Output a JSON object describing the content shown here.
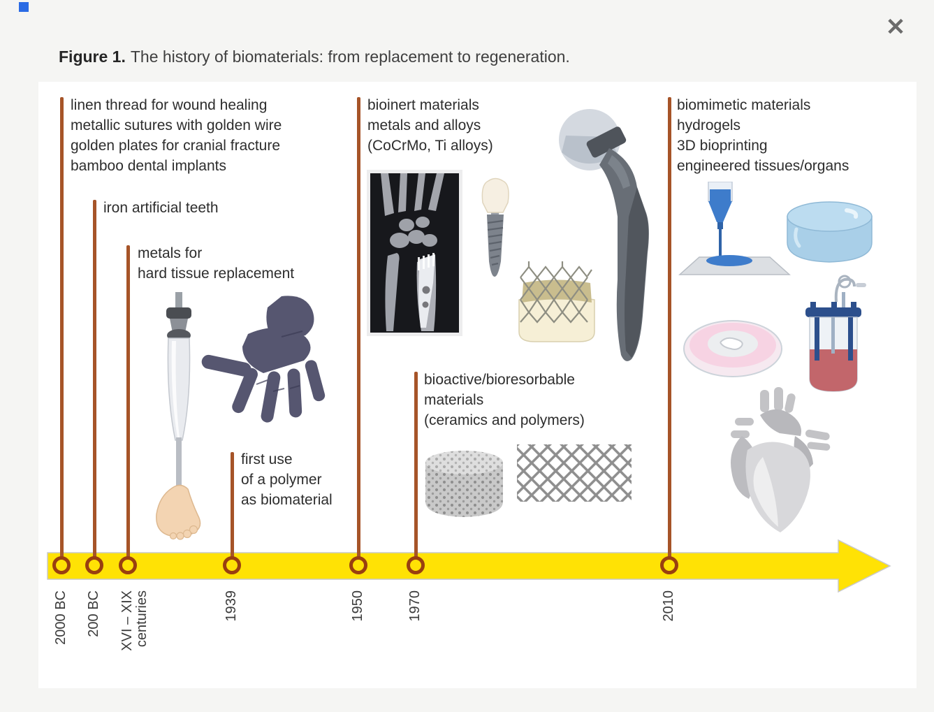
{
  "window": {
    "close_label": "✕"
  },
  "figure": {
    "label": "Figure 1.",
    "caption": "The history of biomaterials: from replacement to regeneration."
  },
  "timeline": {
    "colors": {
      "arrow": "#ffe205",
      "event_line": "#a65428",
      "marker_ring": "#993f10"
    },
    "events": [
      {
        "date": "2000 BC",
        "label": "linen thread for wound healing\nmetallic sutures with golden wire\ngolden plates for cranial fracture\nbamboo dental implants"
      },
      {
        "date": "200 BC",
        "label": "iron artificial teeth"
      },
      {
        "date": "XVI – XIX\ncenturies",
        "label": "metals for\nhard tissue replacement"
      },
      {
        "date": "1939",
        "label": "first use\nof a polymer\nas biomaterial"
      },
      {
        "date": "1950",
        "label": "bioinert materials\nmetals and alloys\n(CoCrMo, Ti alloys)"
      },
      {
        "date": "1970",
        "label": "bioactive/bioresorbable\nmaterials\n(ceramics and polymers)"
      },
      {
        "date": "2010",
        "label": "biomimetic materials\nhydrogels\n3D bioprinting\nengineered tissues/organs"
      }
    ]
  },
  "illustrations": {
    "xray": "wrist x-ray with metal fixation plate",
    "dental_implant": "dental implant",
    "heart_valve": "prosthetic heart valve",
    "hip_implant": "hip replacement implant",
    "prosthetic_leg": "prosthetic leg",
    "prosthetic_hand": "mechanical prosthetic hand",
    "scaffold": "porous scaffold",
    "stent": "vascular stent",
    "bioprinter": "3D bioprinting nozzle",
    "hydrogel_disc": "hydrogel disc",
    "petri_dish": "petri dish with engineered tissue",
    "bioreactor": "bioreactor",
    "heart": "engineered heart"
  }
}
